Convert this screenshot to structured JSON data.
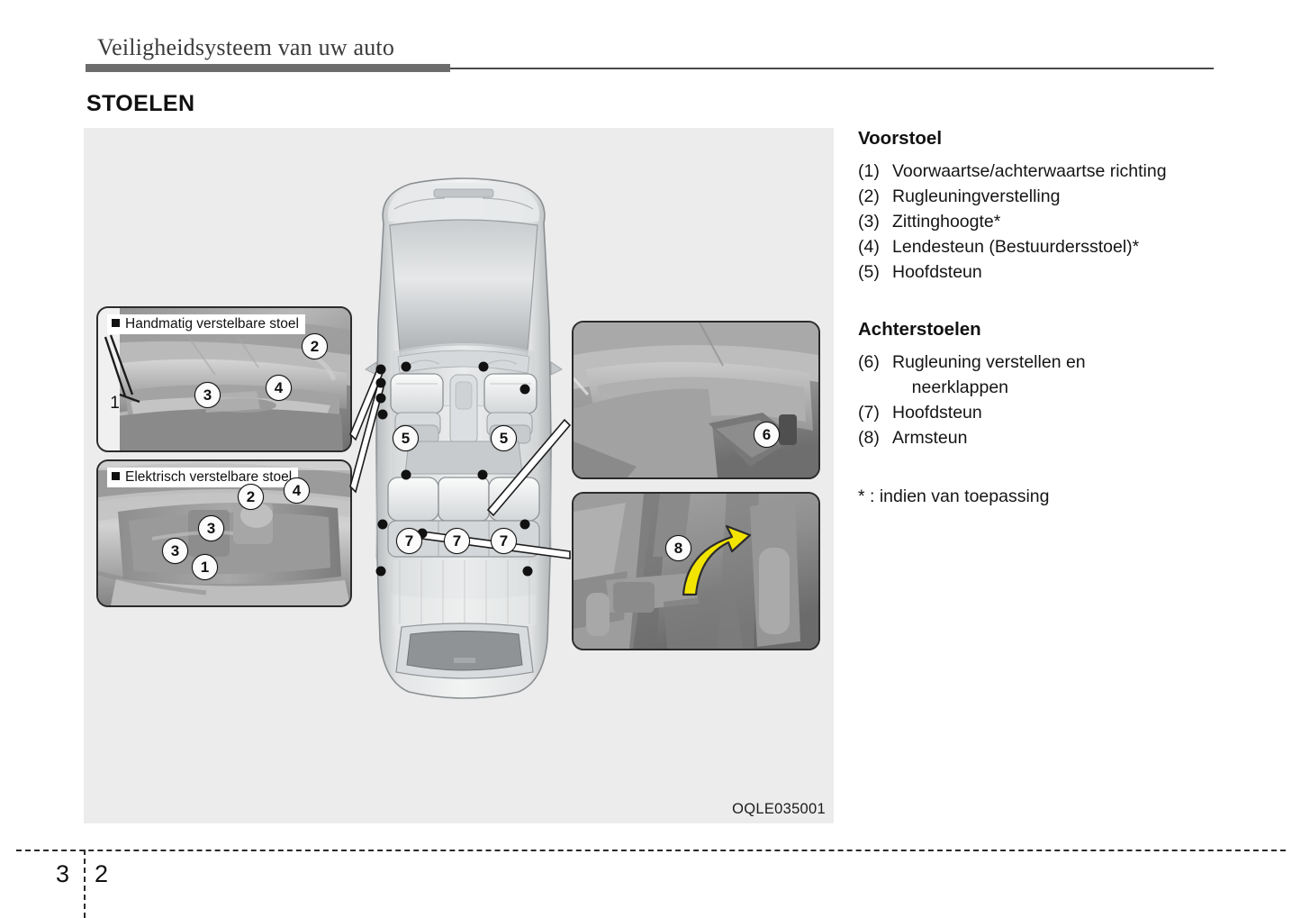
{
  "header": {
    "title": "Veiligheidsysteem van uw auto"
  },
  "section": {
    "title": "STOELEN"
  },
  "figure": {
    "code": "OQLE035001",
    "insets": [
      {
        "id": "manual-seat",
        "caption": "Handmatig verstelbare stoel",
        "callouts": [
          "1",
          "2",
          "3",
          "4"
        ]
      },
      {
        "id": "power-seat",
        "caption": "Elektrisch verstelbare stoel",
        "callouts": [
          "1",
          "2",
          "3",
          "3",
          "4"
        ]
      },
      {
        "id": "rear-seat",
        "caption": "",
        "callouts": [
          "6"
        ]
      },
      {
        "id": "armrest",
        "caption": "",
        "callouts": [
          "8"
        ]
      }
    ],
    "car_callouts": [
      "5",
      "5",
      "7",
      "7",
      "7"
    ],
    "manual_callouts": {
      "c1": "1",
      "c2": "2",
      "c3": "3",
      "c4": "4"
    },
    "power_callouts": {
      "c2": "2",
      "c4": "4",
      "c3a": "3",
      "c3b": "3",
      "c1": "1"
    },
    "rear_callout": "6",
    "armrest_callout": "8",
    "car_callout_left_front": "5",
    "car_callout_right_front": "5",
    "car_callout_rear_left": "7",
    "car_callout_rear_mid": "7",
    "car_callout_rear_right": "7"
  },
  "legend": {
    "front_heading": "Voorstoel",
    "front_items": [
      {
        "num": "(1)",
        "text": "Voorwaartse/achterwaartse richting"
      },
      {
        "num": "(2)",
        "text": "Rugleuningverstelling"
      },
      {
        "num": "(3)",
        "text": "Zittinghoogte*"
      },
      {
        "num": "(4)",
        "text": "Lendesteun (Bestuurdersstoel)*"
      },
      {
        "num": "(5)",
        "text": "Hoofdsteun"
      }
    ],
    "rear_heading": "Achterstoelen",
    "rear_items": [
      {
        "num": "(6)",
        "text": "Rugleuning verstellen en\n    neerklappen"
      },
      {
        "num": "(7)",
        "text": "Hoofdsteun"
      },
      {
        "num": "(8)",
        "text": "Armsteun"
      }
    ],
    "footnote": "* : indien van toepassing"
  },
  "footer": {
    "chapter": "3",
    "page": "2"
  }
}
